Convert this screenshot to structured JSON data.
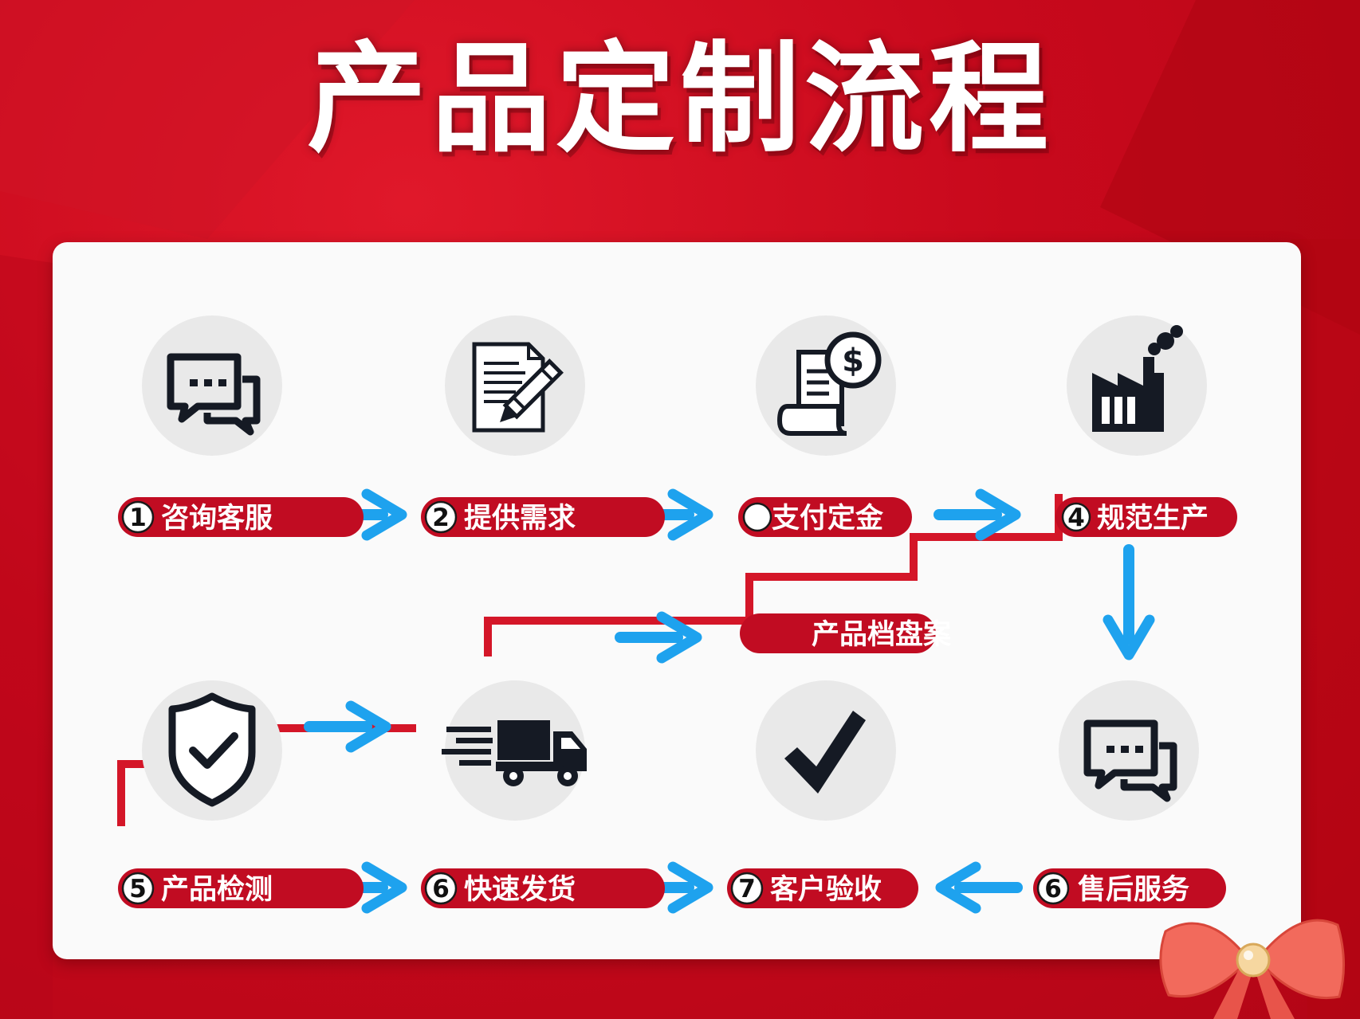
{
  "title": "产品定制流程",
  "colors": {
    "background": "#c8091c",
    "label_fill": "#c10c22",
    "arrow": "#1ea2ee",
    "stair_line": "#d41628",
    "icon_circle": "#e9e9e9"
  },
  "steps": [
    {
      "number": "1",
      "label": "咨询客服",
      "icon": "chat-bubbles-icon"
    },
    {
      "number": "2",
      "label": "提供需求",
      "icon": "document-pen-icon"
    },
    {
      "number": "",
      "label": "支付定金",
      "icon": "invoice-dollar-icon"
    },
    {
      "number": "4",
      "label": "规范生产",
      "icon": "factory-icon"
    },
    {
      "number": "5",
      "label": "产品检测",
      "icon": "shield-check-icon"
    },
    {
      "number": "6",
      "label": "快速发货",
      "icon": "delivery-truck-icon"
    },
    {
      "number": "7",
      "label": "客户验收",
      "icon": "checkmark-icon"
    },
    {
      "number": "6",
      "label": "售后服务",
      "icon": "chat-bubbles-icon"
    }
  ],
  "middle_label": "产品档盘案",
  "decoration": "red-bow-icon"
}
